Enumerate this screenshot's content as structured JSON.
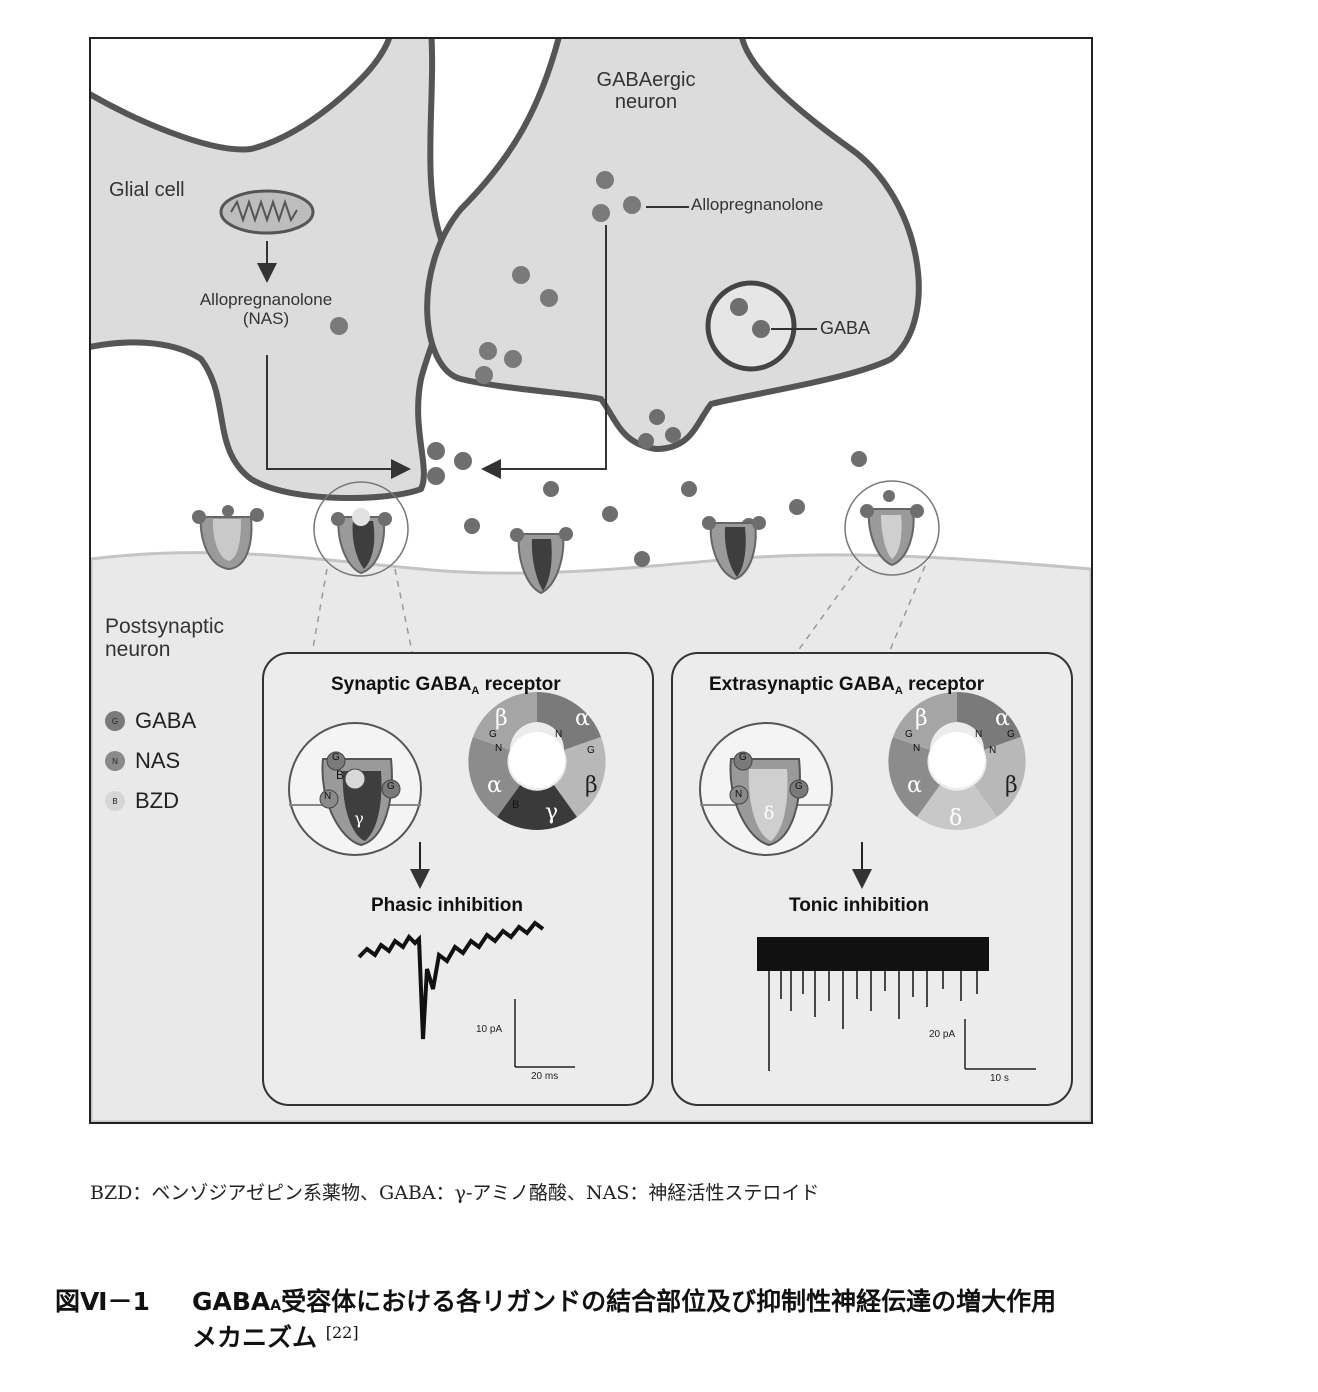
{
  "diagram": {
    "glial_cell_label": "Glial cell",
    "gabaergic_label_line1": "GABAergic",
    "gabaergic_label_line2": "neuron",
    "allopregnanolone_label": "Allopregnanolone",
    "glial_allopregnanolone_line1": "Allopregnanolone",
    "glial_allopregnanolone_line2": "(NAS)",
    "gaba_label": "GABA",
    "postsynaptic_line1": "Postsynaptic",
    "postsynaptic_line2": "neuron",
    "legend": [
      {
        "symbol": "G",
        "label": "GABA",
        "color": "#7a7a7a"
      },
      {
        "symbol": "N",
        "label": "NAS",
        "color": "#8a8a8a"
      },
      {
        "symbol": "B",
        "label": "BZD",
        "color": "#d6d6d6"
      }
    ],
    "synaptic_box": {
      "title_main": "Synaptic GABA",
      "title_sub": "A",
      "title_rest": " receptor",
      "subunit_labels": [
        "β",
        "α",
        "α",
        "β",
        "γ"
      ],
      "site_labels": [
        "G",
        "N",
        "G",
        "N",
        "B",
        "N",
        "G",
        "G",
        "B"
      ],
      "inhibition_label": "Phasic inhibition",
      "scale_y": "10 pA",
      "scale_x": "20 ms"
    },
    "extrasynaptic_box": {
      "title_main": "Extrasynaptic GABA",
      "title_sub": "A",
      "title_rest": " receptor",
      "subunit_labels": [
        "β",
        "α",
        "α",
        "β",
        "δ"
      ],
      "site_labels": [
        "G",
        "N",
        "G",
        "N",
        "N",
        "G",
        "N",
        "G"
      ],
      "inhibition_label": "Tonic inhibition",
      "scale_y": "20 pA",
      "scale_x": "10 s"
    }
  },
  "caption": "BZD：ベンゾジアゼピン系薬物、GABA：γ-アミノ酪酸、NAS：神経活性ステロイド",
  "figure_number": "図Ⅵ－1",
  "figure_title_line1_pre": "GABA",
  "figure_title_line1_sub": "A",
  "figure_title_line1_post": "受容体における各リガンドの結合部位及び抑制性神経伝達の増大作用",
  "figure_title_line2": "メカニズム",
  "figure_title_ref": "[22]"
}
